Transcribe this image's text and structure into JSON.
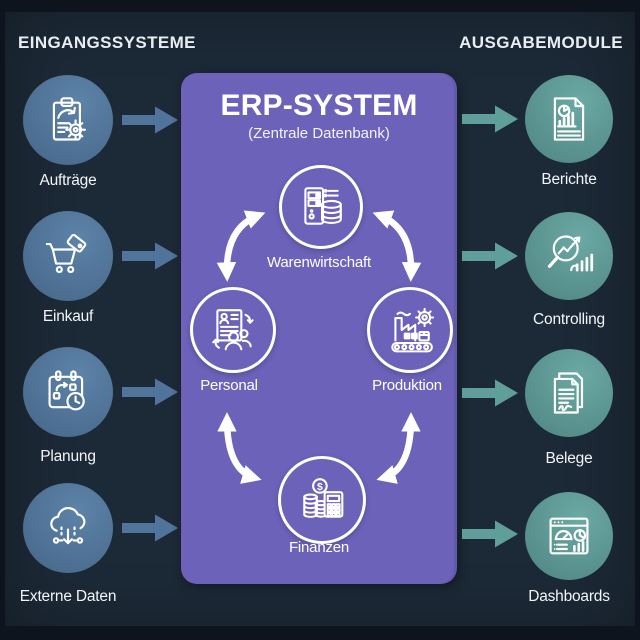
{
  "headers": {
    "left": "EINGANGSSYSTEME",
    "right": "AUSGABEMODULE"
  },
  "erp": {
    "title": "ERP-SYSTEM",
    "subtitle": "(Zentrale Datenbank)",
    "modules": [
      {
        "label": "Warenwirtschaft",
        "icon": "server-database-icon"
      },
      {
        "label": "Personal",
        "icon": "hr-document-people-icon"
      },
      {
        "label": "Produktion",
        "icon": "factory-gear-icon"
      },
      {
        "label": "Finanzen",
        "icon": "coins-calculator-icon"
      }
    ]
  },
  "inputs": [
    {
      "label": "Aufträge",
      "icon": "clipboard-gear-icon"
    },
    {
      "label": "Einkauf",
      "icon": "cart-tag-icon"
    },
    {
      "label": "Planung",
      "icon": "calendar-clock-icon"
    },
    {
      "label": "Externe Daten",
      "icon": "cloud-data-icon"
    }
  ],
  "outputs": [
    {
      "label": "Berichte",
      "icon": "report-chart-icon"
    },
    {
      "label": "Controlling",
      "icon": "magnifier-chart-icon"
    },
    {
      "label": "Belege",
      "icon": "signed-documents-icon"
    },
    {
      "label": "Dashboards",
      "icon": "dashboard-window-icon"
    }
  ],
  "colors": {
    "background": "#1c2936",
    "frame": "#0d141d",
    "erp_box": "#6c62ba",
    "input_node": "#527596",
    "input_arrow": "#50749b",
    "output_node": "#5f9b97",
    "output_arrow": "#5f9e99",
    "icon_stroke": "#ffffff"
  }
}
